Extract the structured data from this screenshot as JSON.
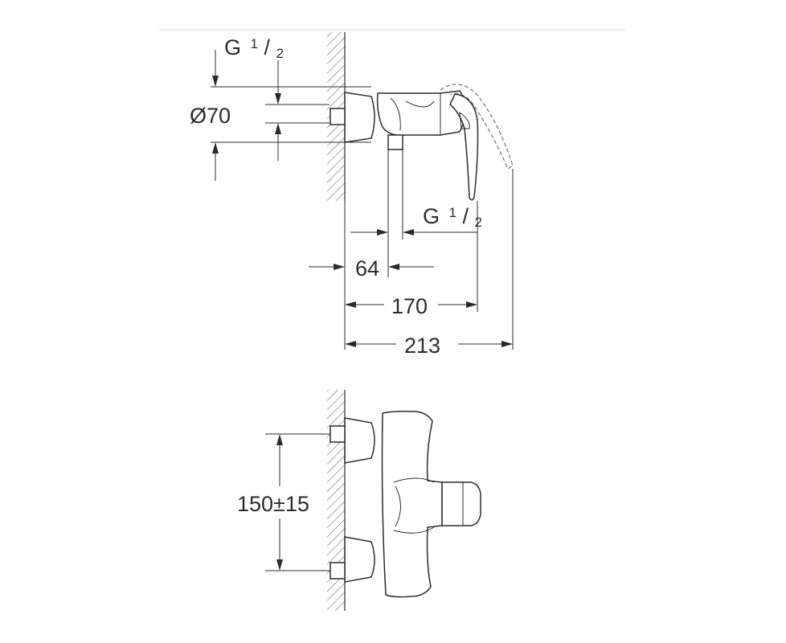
{
  "dimensions": {
    "thread_top": {
      "base": "G",
      "num": "1",
      "slash": "/",
      "den": "2"
    },
    "diameter": "Ø70",
    "thread_right": {
      "base": "G",
      "num": "1",
      "slash": "/",
      "den": "2"
    },
    "depth_64": "64",
    "depth_170": "170",
    "depth_213": "213",
    "center_distance": "150±15"
  },
  "colors": {
    "line": "#2b2b2b",
    "background": "#ffffff"
  }
}
